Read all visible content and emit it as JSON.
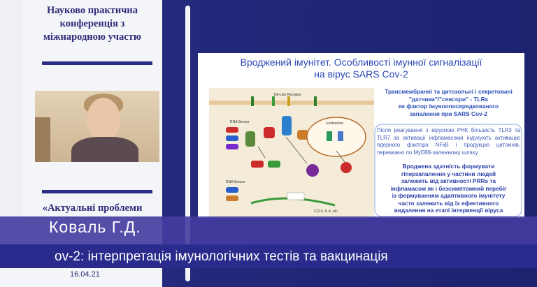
{
  "conference": {
    "title_lines": [
      "Науково практична",
      "конференція з",
      "міжнародною участю"
    ],
    "subtitle": "«Актуальні проблеми"
  },
  "slide": {
    "title_line1": "Вроджений імунітет. Особливості імунної сигналізації",
    "title_line2": "на вірус SARS Cov-2",
    "diagram_labels": {
      "receptor": "Toll-Like Receptor",
      "rna_sensor": "RNA Sensor",
      "dna_sensor": "DNA Sensor",
      "endosome": "Endosome",
      "cytokines": "CCL5, IL-6, etc."
    },
    "heading_lines": [
      "Трансмембранні  та цитозольні  і секретовані",
      "\"датчики\"/\"сенсори\" - TLRs",
      "як фактор імуноопосередкованого",
      "запалення при SARS Cov-2"
    ],
    "body_text": "Після реагування з вірусною РНК  більшість TLR3 та TLR7 за активації інфламасоми індукують активацію ядерного фактора NFкB і продукцію цитокінів, переважно по MyD88-залежному шляху.",
    "bold_lines": [
      "Вроджена здатність формувати",
      "гіперзапалення у частини людей",
      "залежить від активності PRRs та",
      "інфламасом  як і безсимптомний перебіг",
      "із формуванням адаптивного імунітету",
      "часто залежить від їх ефективного",
      "видалення на етапі інтервенції віруса"
    ]
  },
  "speaker": {
    "name": "Коваль Г.Д."
  },
  "caption": {
    "text": "ov-2: інтерпретація імунологічних тестів та вакцинація"
  },
  "date": "16.04.21"
}
